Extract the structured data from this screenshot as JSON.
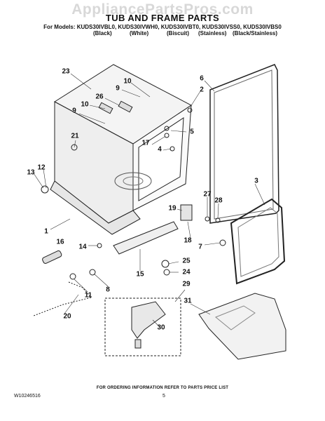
{
  "watermark": "AppliancePartsPros.com",
  "title": "TUB AND FRAME PARTS",
  "models_line": "For Models: KUDS30IVBL0, KUDS30IVWH0, KUDS30IVBT0, KUDS30IVSS0, KUDS30IVBS0",
  "model_colors": [
    "(Black)",
    "(White)",
    "(Biscuit)",
    "(Stainless)",
    "(Black/Stainless)"
  ],
  "callouts": [
    "23",
    "6",
    "10",
    "9",
    "2",
    "26",
    "10",
    "9",
    "5",
    "21",
    "17",
    "4",
    "13",
    "12",
    "3",
    "27",
    "28",
    "19",
    "1",
    "18",
    "16",
    "14",
    "7",
    "15",
    "25",
    "24",
    "8",
    "11",
    "29",
    "20",
    "31",
    "30"
  ],
  "footer": {
    "order_info": "FOR ORDERING INFORMATION REFER TO PARTS PRICE LIST",
    "doc_number": "W10246516",
    "page_number": "5"
  }
}
